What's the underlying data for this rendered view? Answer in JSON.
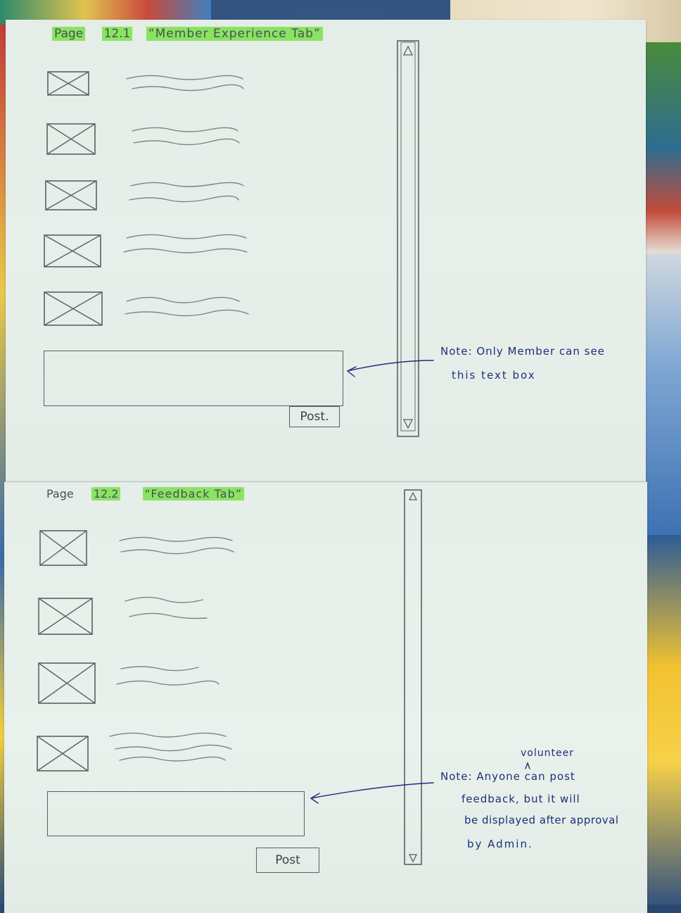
{
  "page1": {
    "page_label": "Page",
    "page_number": "12.1",
    "tab_title": "“Member Experience Tab”",
    "post_button": "Post.",
    "note": {
      "line1": "Note: Only Member can see",
      "line2": "this text box"
    },
    "feed_items": 5
  },
  "page2": {
    "page_label": "Page",
    "page_number": "12.2",
    "tab_title": "“Feedback Tab”",
    "post_button": "Post",
    "note": {
      "insert": "volunteer",
      "line1": "Note: Anyone can post",
      "line2": "feedback, but it will",
      "line3": "be displayed after approval",
      "line4": "by Admin."
    },
    "feed_items": 4
  },
  "colors": {
    "paper": "#e8f0ea",
    "pencil": "#4b4f56",
    "ink": "#1c2f7a",
    "highlighter": "#7ae04a"
  }
}
